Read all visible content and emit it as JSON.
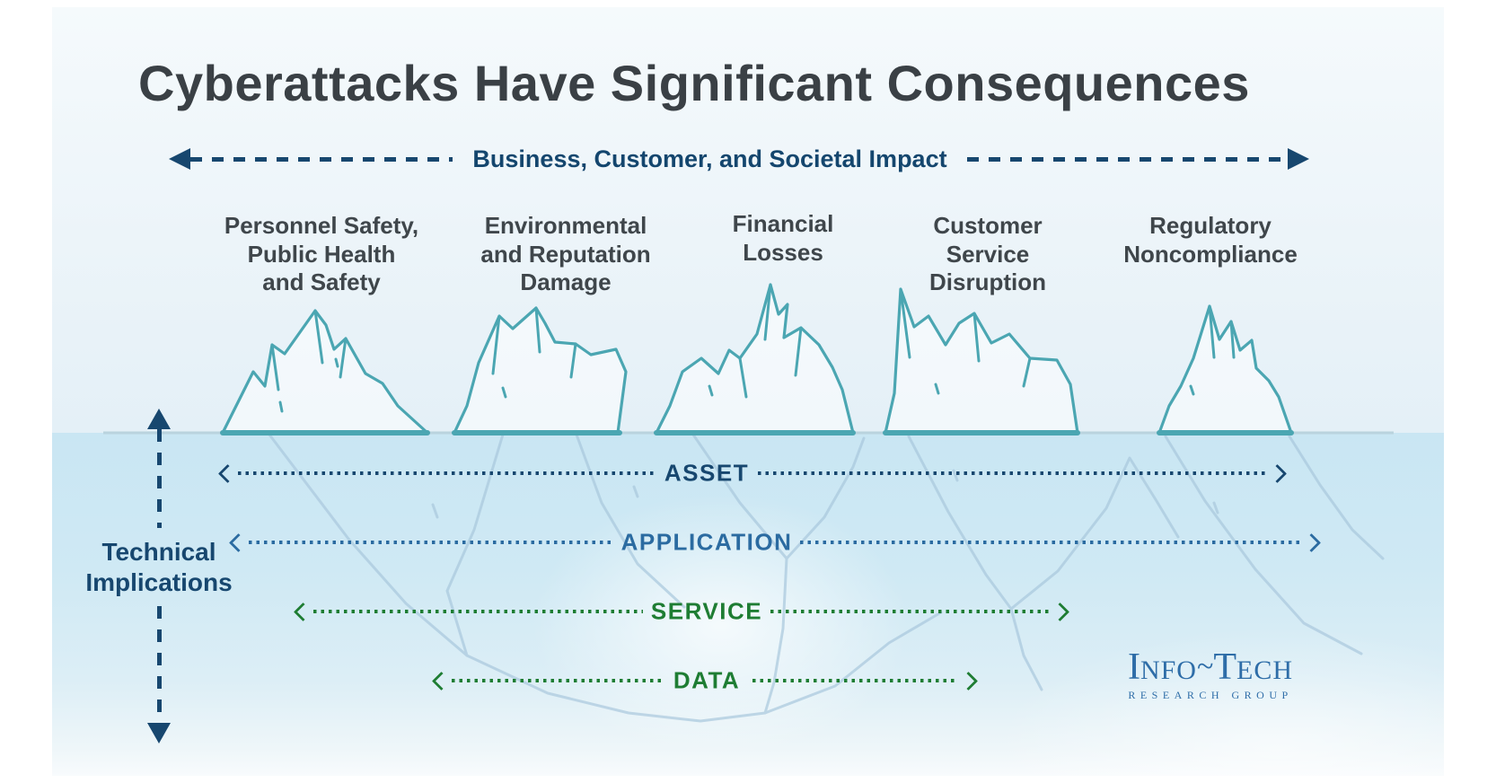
{
  "title": "Cyberattacks Have Significant Consequences",
  "impact_axis": {
    "label": "Business, Customer, and Societal Impact"
  },
  "consequences": [
    {
      "label": "Personnel Safety,\nPublic Health\nand Safety"
    },
    {
      "label": "Environmental\nand Reputation\nDamage"
    },
    {
      "label": "Financial\nLosses"
    },
    {
      "label": "Customer\nService\nDisruption"
    },
    {
      "label": "Regulatory\nNoncompliance"
    }
  ],
  "technical_axis": {
    "label": "Technical\nImplications"
  },
  "layers": [
    {
      "label": "ASSET",
      "color": "#17476f"
    },
    {
      "label": "APPLICATION",
      "color": "#2b6ba1"
    },
    {
      "label": "SERVICE",
      "color": "#1e7d33"
    },
    {
      "label": "DATA",
      "color": "#1e7d33"
    }
  ],
  "logo": {
    "word1_initial": "I",
    "word1_rest": "NFO",
    "tilde": "~",
    "word2_initial": "T",
    "word2_rest": "ECH",
    "subtitle": "RESEARCH GROUP"
  },
  "colors": {
    "iceberg_outline": "#4ba6b2",
    "waterline": "#b9d3de",
    "reflection": "#a9c8dd",
    "navy": "#17476f",
    "application_blue": "#2b6ba1",
    "green": "#1e7d33",
    "logo_blue": "#2e6da8",
    "text_charcoal": "#3f464b"
  }
}
